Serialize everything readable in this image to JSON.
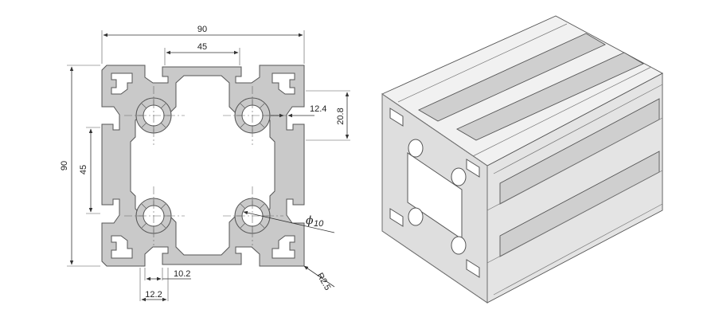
{
  "drawing": {
    "dimensions": {
      "overall_width": "90",
      "overall_height": "90",
      "slot_spacing_top": "45",
      "slot_spacing_left": "45",
      "slot_width": "12.4",
      "slot_offset_right": "20.8",
      "bore_symbol": "ϕ",
      "bore_diameter": "10",
      "slot_inner_bottom": "10.2",
      "slot_outer_bottom": "12.2",
      "corner_radius": "R2.5"
    }
  }
}
